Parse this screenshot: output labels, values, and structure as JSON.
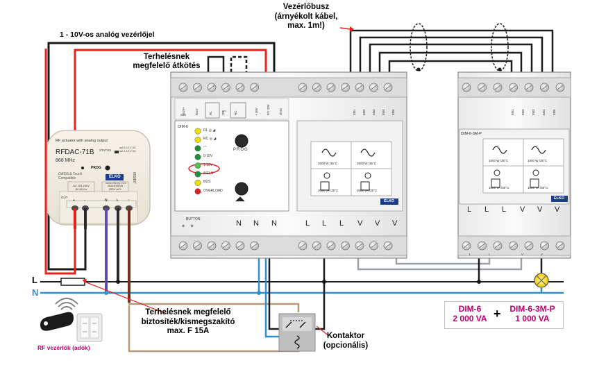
{
  "labels": {
    "analog_signal": "1 - 10V-os analóg vezérlőjel",
    "load_wiring_1": "Terhelésnek",
    "load_wiring_2": "megfelelő átkötés",
    "bus_1": "Vezérlőbusz",
    "bus_2": "(árnyékolt kábel,",
    "bus_3": "max. 1m!)",
    "fuse_1": "Terhelésnek megfelelő",
    "fuse_2": "biztosíték/kismegszakító",
    "fuse_3": "max. F 15A",
    "contactor_1": "Kontaktor",
    "contactor_2": "(opcionális)",
    "rf_remotes": "RF vezérlők (adók)",
    "line_L": "L",
    "line_N": "N"
  },
  "summary": {
    "dim6_name": "DIM-6",
    "dim6_power": "2 000 VA",
    "plus": "+",
    "dim6_3m_name": "DIM-6-3M-P",
    "dim6_3m_power": "1 000 VA",
    "color": "#c0006e"
  },
  "rfdac": {
    "desc": "RF actuator with analog output",
    "model": "RFDAC-71B",
    "freq": "868 MHz",
    "status": "STATUS",
    "out_a": "out 5-10 V DC",
    "out_b": "out 1-10 V DC",
    "prog": "PROG",
    "brand": "ELKO",
    "compat_1": "OASiS & Touch",
    "compat_2": "Compatible",
    "web": "www.elkoep.com",
    "supply_1": "AC 110-230V",
    "supply_2": "50-60 Hz",
    "relay_1": "16A/4000VA",
    "relay_2": "250V AC1",
    "serial": "001807",
    "out": "OUT",
    "term_plus": "+",
    "term_minus": "-",
    "term_N": "N",
    "term_L": "L",
    "term_arrow": "↑"
  },
  "dim6": {
    "top_labels": [
      "BUS+",
      "BUS-",
      "RL",
      "OR",
      "RC",
      "+10V",
      "0/1-10V",
      "GND",
      "EB1",
      "EB2",
      "EB3",
      "EB4",
      "EB5"
    ],
    "bus_tag": "BUS",
    "name": "DIM-6",
    "leds": [
      {
        "label": "RL ◎ ◢",
        "color": "#f0e000"
      },
      {
        "label": "RC ◎ ◢",
        "color": "#f0e000"
      },
      {
        "label": "⌒",
        "color": "#1f8f3a"
      },
      {
        "label": "0-10V",
        "color": "#1f8f3a"
      },
      {
        "label": "1-10V",
        "color": "#4ec24e"
      },
      {
        "label": "iNELS",
        "color": "#1f8f3a"
      },
      {
        "label": "BUS",
        "color": "#f0e000"
      },
      {
        "label": "OVERLOAD",
        "color": "#e02020"
      }
    ],
    "prog": "PROG",
    "spec_1": "2000 W /35°C",
    "spec_2": "2000 W /35°C",
    "spec_3": "2000 VA /35°C",
    "spec_4": "2000 VA /35°C",
    "brand": "ELKO",
    "button_label": "BUTTON",
    "bottom_terms": [
      "N",
      "N",
      "N",
      "L",
      "L",
      "L",
      "V",
      "V",
      "V"
    ]
  },
  "dim6_3m": {
    "name": "DIM-6-3M-P",
    "top_labels": [
      "EB1",
      "EB2",
      "EB3",
      "EB4",
      "EB5"
    ],
    "spec_1": "1000 W /35°C",
    "spec_2": "1000 W /35°C",
    "spec_3": "1000 VA /35°C",
    "spec_4": "1000 VA /35°C",
    "brand": "ELKO",
    "bottom_terms": [
      "L",
      "L",
      "L",
      "V",
      "V",
      "V"
    ],
    "bottom_small": [
      "L",
      "L",
      "V",
      "V"
    ]
  },
  "colors": {
    "red": "#e8201e",
    "black": "#1a1a1a",
    "blue": "#2a8fd0",
    "brown": "#7a2e1c",
    "tan": "#b59a7a",
    "purple": "#5a4fb0",
    "gray": "#9aa0a6"
  }
}
